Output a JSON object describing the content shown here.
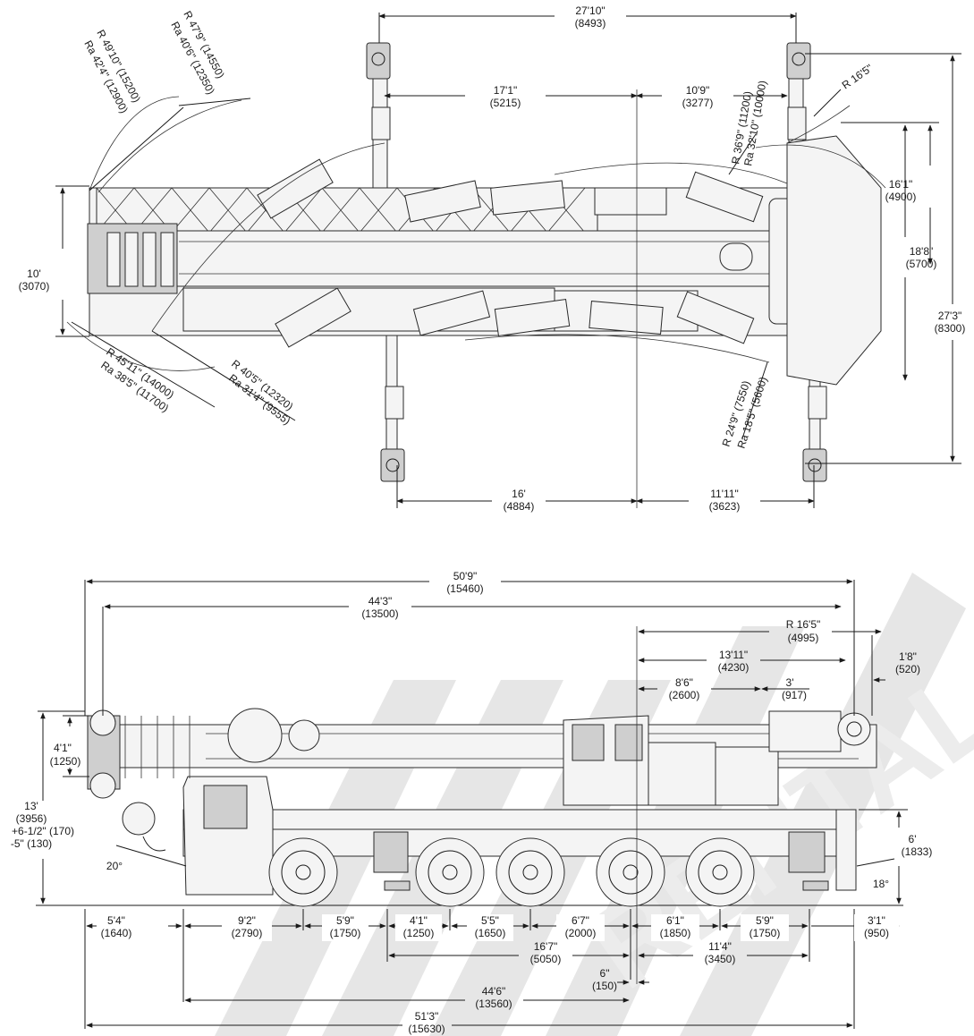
{
  "colors": {
    "line": "#1a1a1a",
    "watermark": "#e6e6e6",
    "background": "#ffffff"
  },
  "watermark": {
    "text": "RENTAL"
  },
  "top_view": {
    "width_ft": "27'10\"",
    "width_mm": "(8493)",
    "fwd_ft": "17'1\"",
    "fwd_mm": "(5215)",
    "rear_ft": "10'9\"",
    "rear_mm": "(3277)",
    "body_ft": "10'",
    "body_mm": "(3070)",
    "outr_half_ft": "16'1\"",
    "outr_half_mm": "(4900)",
    "outr_mid_ft": "18'8\"",
    "outr_mid_mm": "(5700)",
    "outr_full_ft": "27'3\"",
    "outr_full_mm": "(8300)",
    "spread_left_ft": "16'",
    "spread_left_mm": "(4884)",
    "spread_right_ft": "11'11\"",
    "spread_right_mm": "(3623)",
    "r_tail": "R 16'5\"",
    "r1a": "R 49'10\" (15200)",
    "r1b": "Ra 42'4\" (12900)",
    "r2a": "R 47'9\" (14550)",
    "r2b": "Ra 40'6\" (12350)",
    "r3a": "R 36'9\" (11200)",
    "r3b": "Ra 32'10\" (10000)",
    "r4a": "R 45'11\" (14000)",
    "r4b": "Ra 38'5\" (11700)",
    "r5a": "R 40'5\" (12320)",
    "r5b": "Ra 31'4\" (9555)",
    "r6a": "R 24'9\" (7550)",
    "r6b": "Ra 18'5\" (5600)"
  },
  "side_view": {
    "overall_ft": "50'9\"",
    "overall_mm": "(15460)",
    "boom_ft": "44'3\"",
    "boom_mm": "(13500)",
    "tail_r_ft": "R 16'5\"",
    "tail_r_mm": "(4995)",
    "slew_ft": "13'11\"",
    "slew_mm": "(4230)",
    "cab_ft": "8'6\"",
    "cab_mm": "(2600)",
    "cw_ft": "3'",
    "cw_mm": "(917)",
    "rear_ovh_ft": "1'8\"",
    "rear_ovh_mm": "(520)",
    "head_ft": "4'1\"",
    "head_mm": "(1250)",
    "height_ft": "13'",
    "height_mm": "(3956)",
    "height_plus": "+6-1/2\" (170)",
    "height_minus": "-5\" (130)",
    "rear_h_ft": "6'",
    "rear_h_mm": "(1833)",
    "approach_angle": "20°",
    "depart_angle": "18°",
    "front_ovh_ft": "5'4\"",
    "front_ovh_mm": "(1640)",
    "ax1_ft": "9'2\"",
    "ax1_mm": "(2790)",
    "ax2_ft": "5'9\"",
    "ax2_mm": "(1750)",
    "ax3_ft": "4'1\"",
    "ax3_mm": "(1250)",
    "ax4_ft": "5'5\"",
    "ax4_mm": "(1650)",
    "ax5_ft": "6'7\"",
    "ax5_mm": "(2000)",
    "ax6_ft": "6'1\"",
    "ax6_mm": "(1850)",
    "ax7_ft": "5'9\"",
    "ax7_mm": "(1750)",
    "rear_end_ft": "3'1\"",
    "rear_end_mm": "(950)",
    "outr_base_ft": "16'7\"",
    "outr_base_mm": "(5050)",
    "outr_rear_ft": "11'4\"",
    "outr_rear_mm": "(3450)",
    "offset_ft": "6\"",
    "offset_mm": "(150)",
    "wheelbase_ft": "44'6\"",
    "wheelbase_mm": "(13560)",
    "length_ft": "51'3\"",
    "length_mm": "(15630)"
  }
}
